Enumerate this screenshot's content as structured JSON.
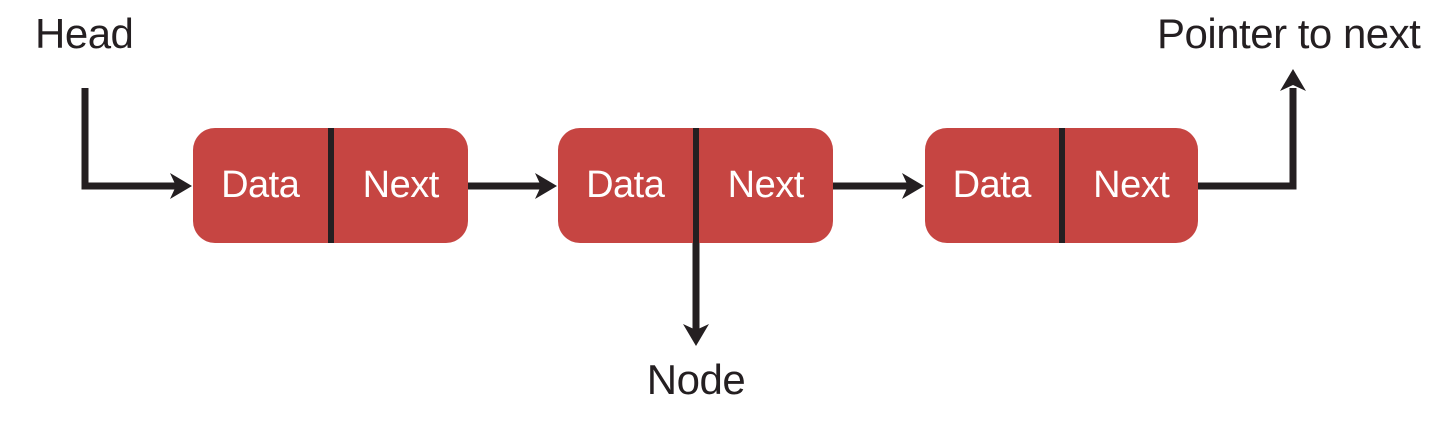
{
  "diagram": {
    "labels": {
      "head": "Head",
      "pointer_to_next": "Pointer to next",
      "node": "Node"
    },
    "nodes": [
      {
        "data": "Data",
        "next": "Next"
      },
      {
        "data": "Data",
        "next": "Next"
      },
      {
        "data": "Data",
        "next": "Next"
      }
    ],
    "colors": {
      "node_fill": "#c64542",
      "line_and_text": "#241f21",
      "node_text": "#ffffff",
      "background": "#ffffff"
    }
  }
}
